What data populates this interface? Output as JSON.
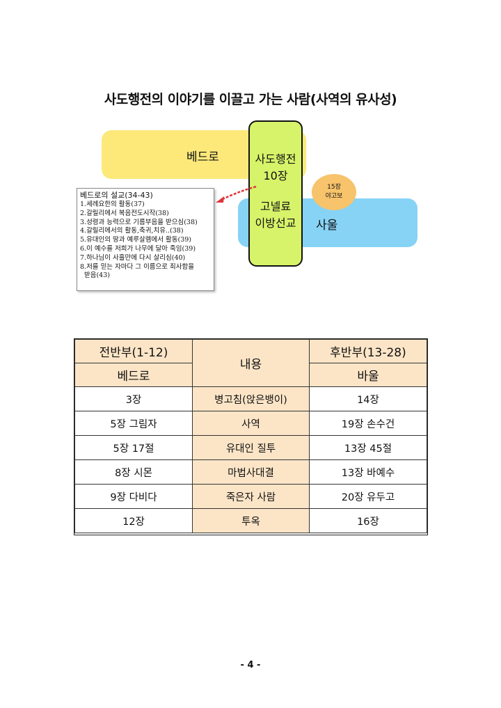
{
  "title": "사도행전의 이야기를 이끌고 가는 사람(사역의 유사성)",
  "diagram": {
    "peter_label": "베드로",
    "paul_label": "사울",
    "center": [
      "사도행전",
      "10장",
      "고넬료",
      "이방선교"
    ],
    "badge": [
      "15장",
      "야고보"
    ],
    "sermon_head": "베드로의 설교(34-43)",
    "sermon_items": [
      "1.세례요한의 활동(37)",
      "2.갈릴리에서 복음전도시작(38)",
      "3.성령과 능력으로 기름부음을 받으심(38)",
      "4.갈릴리에서의 활동,축귀,치유..(38)",
      "5.유대인의 땅과 예루살렘에서 활동(39)",
      "6.이 예수를 저희가 나무에 달아 죽임(39)",
      "7.하나님이 사흘만에 다시 살리심(40)",
      "8.저를 믿는 자마다 그 이름으로 죄사함을",
      "  받음(43)"
    ],
    "colors": {
      "peter": "#fde97a",
      "paul": "#87d3f6",
      "center": "#d7f36a",
      "badge": "#f7c36b"
    }
  },
  "table": {
    "left_head": "전반부(1-12)",
    "left_sub": "베드로",
    "mid_head": "내용",
    "right_head": "후반부(13-28)",
    "right_sub": "바울",
    "rows": [
      [
        "3장",
        "병고침(앉은뱅이)",
        "14장"
      ],
      [
        "5장 그림자",
        "사역",
        "19장 손수건"
      ],
      [
        "5장 17절",
        "유대인 질투",
        "13장 45절"
      ],
      [
        "8장 시몬",
        "마법사대결",
        "13장 바예수"
      ],
      [
        "9장 다비다",
        "죽은자 사람",
        "20장 유두고"
      ],
      [
        "12장",
        "투옥",
        "16장"
      ]
    ]
  },
  "page_number": "- 4 -"
}
